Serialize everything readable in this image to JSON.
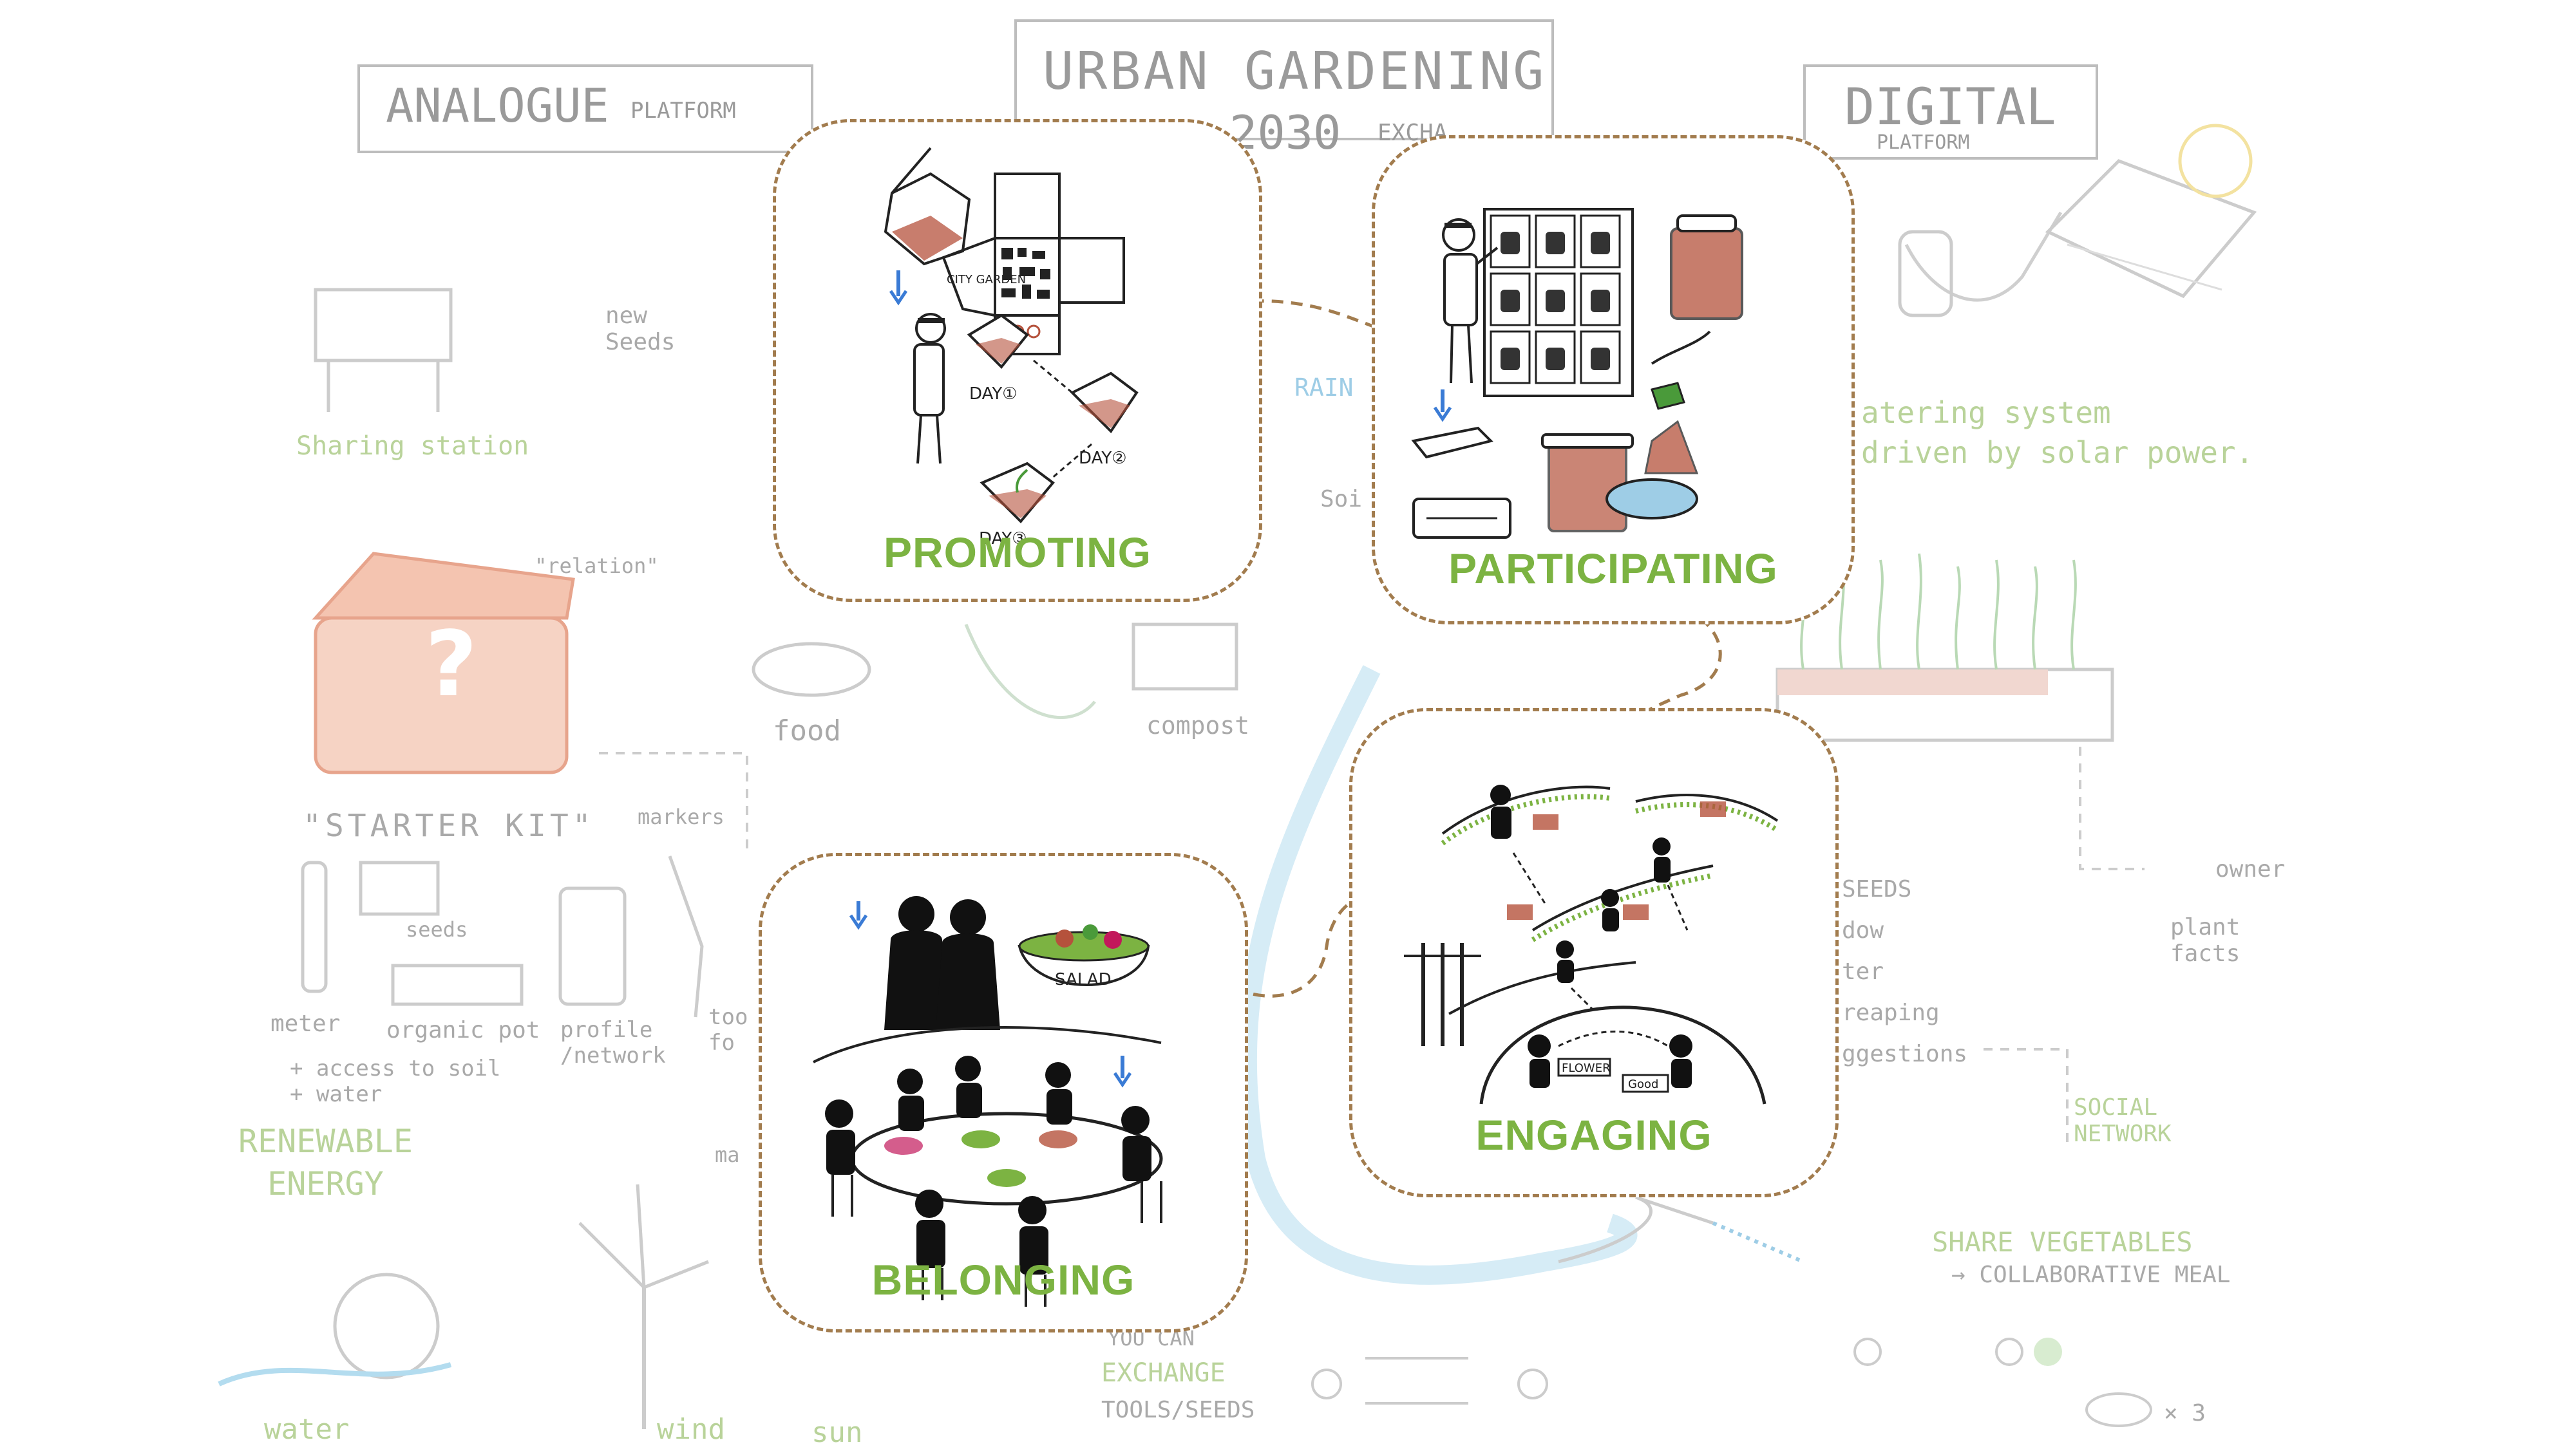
{
  "header": {
    "title_line1": "URBAN GARDENING",
    "title_line2": "2030",
    "title_suffix": "EXCHA",
    "left_label": "ANALOGUE",
    "left_sublabel": "PLATFORM",
    "right_label": "DIGITAL",
    "right_sublabel": "PLATFORM"
  },
  "background_notes": {
    "sharing_station": "Sharing station",
    "new_seeds": "new\nSeeds",
    "relation": "\"relation\"",
    "starter_kit": "\"STARTER KIT\"",
    "markers": "markers",
    "seeds": "seeds",
    "meter": "meter",
    "organic_pot": "organic pot",
    "profile_network": "profile\n/network",
    "tools": "too\nfo",
    "access": "+ access to soil\n+ water",
    "renewable_energy": "RENEWABLE\nENERGY",
    "food": "food",
    "compost": "compost",
    "rain": "RAIN",
    "soil": "Soi",
    "watering": "atering system\ndriven by solar power.",
    "seeds_list": "SEEDS\ndow\nter\nreaping\nggestions",
    "owner": "owner",
    "plant_facts": "plant\nfacts",
    "social_network": "SOCIAL\nNETWORK",
    "share_vegetables": "SHARE VEGETABLES",
    "collaborative_meal": "→ COLLABORATIVE MEAL",
    "you_can": "YOU CAN",
    "exchange": "EXCHANGE",
    "tools_seeds": "TOOLS/SEEDS",
    "water": "water",
    "wind": "wind",
    "sun": "sun",
    "map_label": "ma",
    "times_three": "× 3"
  },
  "cards": [
    {
      "id": "promoting",
      "label": "PROMOTING"
    },
    {
      "id": "participating",
      "label": "PARTICIPATING"
    },
    {
      "id": "engaging",
      "label": "ENGAGING"
    },
    {
      "id": "belonging",
      "label": "BELONGING"
    }
  ],
  "sketch_text": {
    "city_garden": "CITY\nGARDEN",
    "day1": "DAY①",
    "day2": "DAY②",
    "day3": "DAY③",
    "salad": "SALAD",
    "flower": "FLOWER",
    "good": "Good"
  },
  "colors": {
    "accent_green": "#7cb342",
    "card_border": "#a27c4e",
    "faded_text": "#a9a9a9",
    "faded_green": "#b9d39a",
    "sketch_red": "#b5523c",
    "water_blue": "#9ecde6"
  }
}
